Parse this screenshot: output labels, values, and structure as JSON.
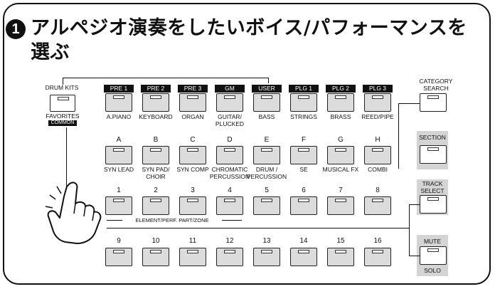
{
  "title": "アルペジオ演奏をしたいボイス/パフォーマンスを選ぶ",
  "step_number": "1",
  "drum_kits": {
    "label": "DRUM KITS",
    "favorites": "FAVORITES",
    "common": "COMMON"
  },
  "banks": [
    "PRE 1",
    "PRE 2",
    "PRE 3",
    "GM",
    "USER",
    "PLG 1",
    "PLG 2",
    "PLG 3"
  ],
  "categories_row1": [
    "A.PIANO",
    "KEYBOARD",
    "ORGAN",
    "GUITAR/\nPLUCKED",
    "BASS",
    "STRINGS",
    "BRASS",
    "REED/PIPE"
  ],
  "letters": [
    "A",
    "B",
    "C",
    "D",
    "E",
    "F",
    "G",
    "H"
  ],
  "categories_row2": [
    "SYN LEAD",
    "SYN PAD/\nCHOIR",
    "SYN COMP",
    "CHROMATIC\nPERCUSSION",
    "DRUM /\nPERCUSSION",
    "SE",
    "MUSICAL FX",
    "COMBI"
  ],
  "numbers_row1": [
    "1",
    "2",
    "3",
    "4",
    "5",
    "6",
    "7",
    "8"
  ],
  "numbers_row2": [
    "9",
    "10",
    "11",
    "12",
    "13",
    "14",
    "15",
    "16"
  ],
  "element_label": "ELEMENT/PERF. PART/ZONE",
  "side_buttons": {
    "category_search": "CATEGORY\nSEARCH",
    "section": "SECTION",
    "track_select": "TRACK\nSELECT",
    "mute": "MUTE",
    "solo": "SOLO"
  }
}
